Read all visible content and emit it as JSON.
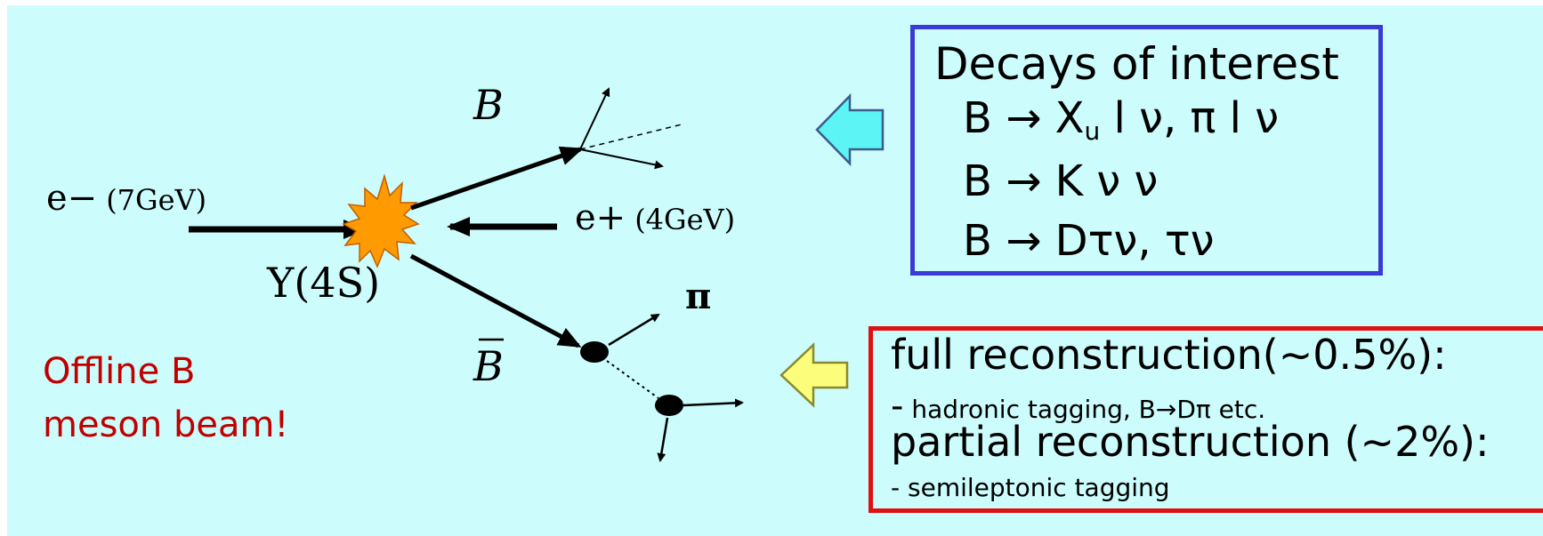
{
  "colors": {
    "background": "#ccfcfc",
    "box_interest_border": "#3a3ad8",
    "box_reco_border": "#e01010",
    "offline_text": "#c00000",
    "arrow_cyan": "#5cf4f4",
    "arrow_yellow": "#fdfd7c",
    "collision_burst": "#ff9a00"
  },
  "diagram": {
    "electron_label": "e−",
    "electron_energy": "(7GeV)",
    "positron_label": "e+",
    "positron_energy": "(4GeV)",
    "resonance_label": "Υ(4S)",
    "b_label": "B",
    "bbar_label": "B",
    "pion_label": "π"
  },
  "offline": {
    "line1": "Offline B",
    "line2": "meson beam!"
  },
  "decays_box": {
    "title": "Decays of interest",
    "row1_prefix": "B → X",
    "row1_sub": "u",
    "row1_suffix": " l ν, π l ν",
    "row2": "B → K ν ν",
    "row3": "B → Dτν,  τν"
  },
  "reconstruction_box": {
    "line1": "full reconstruction(~0.5%):",
    "line2_dash": "-",
    "line2_text": " hadronic tagging, B→Dπ etc.",
    "line3": "partial reconstruction (~2%):",
    "line4": "- semileptonic tagging"
  }
}
